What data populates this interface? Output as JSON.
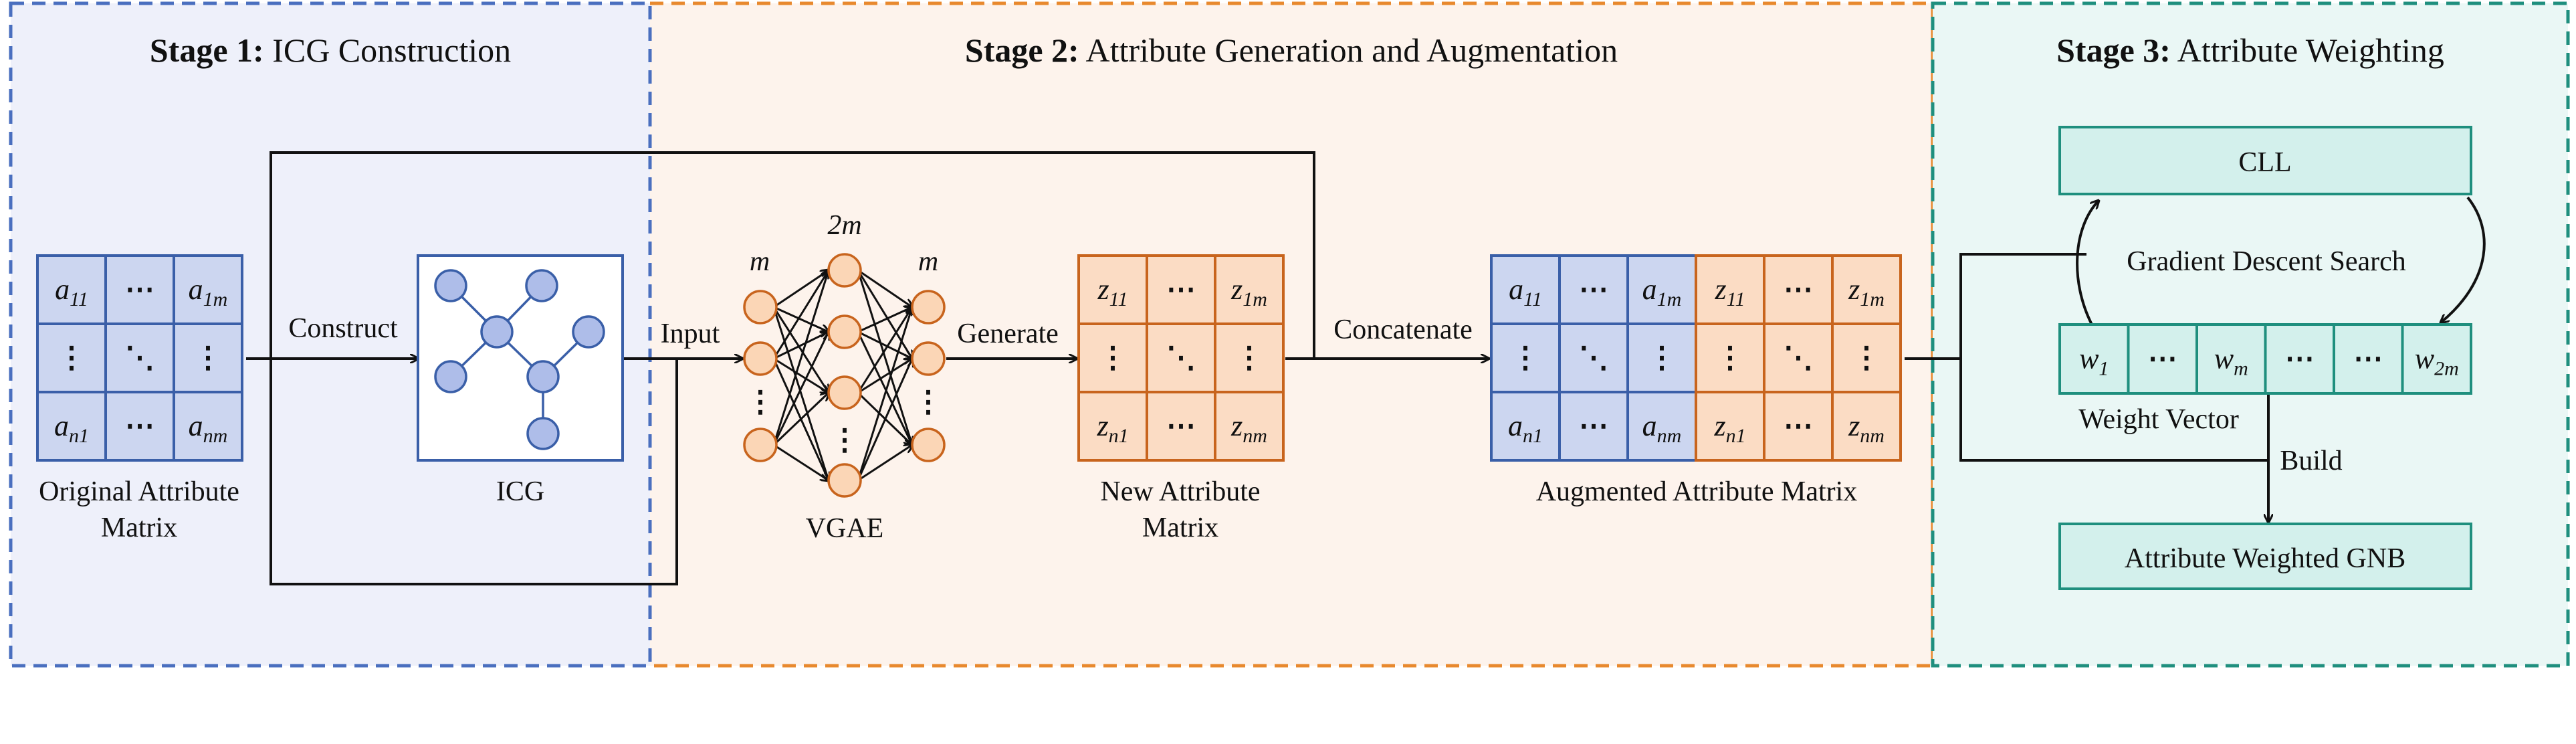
{
  "stages": [
    {
      "bold": "Stage 1:",
      "text": " ICG Construction",
      "color": "#4a6fbf",
      "bg": "#eef0fa"
    },
    {
      "bold": "Stage 2:",
      "text": " Attribute Generation and Augmentation",
      "color": "#e8892e",
      "bg": "#fdf3ec"
    },
    {
      "bold": "Stage 3:",
      "text": " Attribute Weighting",
      "color": "#1f8f7e",
      "bg": "#eaf7f5"
    }
  ],
  "captions": {
    "original_1": "Original Attribute",
    "original_2": "Matrix",
    "icg": "ICG",
    "vgae": "VGAE",
    "new_1": "New Attribute",
    "new_2": "Matrix",
    "augmented": "Augmented Attribute Matrix",
    "weight_vector": "Weight Vector"
  },
  "arrows": {
    "construct": "Construct",
    "input": "Input",
    "generate": "Generate",
    "concatenate": "Concatenate",
    "gradient": "Gradient Descent Search",
    "build": "Build"
  },
  "nn": {
    "m_left": "m",
    "two_m": "2m",
    "m_right": "m"
  },
  "boxes": {
    "cll": "CLL",
    "gnb": "Attribute Weighted GNB"
  },
  "matrix_a": {
    "rows": [
      [
        "a|11",
        "⋯",
        "a|1m"
      ],
      [
        "⋮",
        "⋱",
        "⋮"
      ],
      [
        "a|n1",
        "⋯",
        "a|nm"
      ]
    ]
  },
  "matrix_z": {
    "rows": [
      [
        "z|11",
        "⋯",
        "z|1m"
      ],
      [
        "⋮",
        "⋱",
        "⋮"
      ],
      [
        "z|n1",
        "⋯",
        "z|nm"
      ]
    ]
  },
  "weights": [
    "w|1",
    "⋯",
    "w|m",
    "⋯",
    "⋯",
    "w|2m"
  ],
  "colors": {
    "blue_fill": "#ccd6f0",
    "blue_stroke": "#3a5fa8",
    "orange_fill": "#fbdcc4",
    "orange_stroke": "#c8641d",
    "teal_fill": "#d3f0ec",
    "teal_stroke": "#1f8f7e",
    "node_blue": "#aebde9",
    "node_orange": "#fbd6b6"
  }
}
